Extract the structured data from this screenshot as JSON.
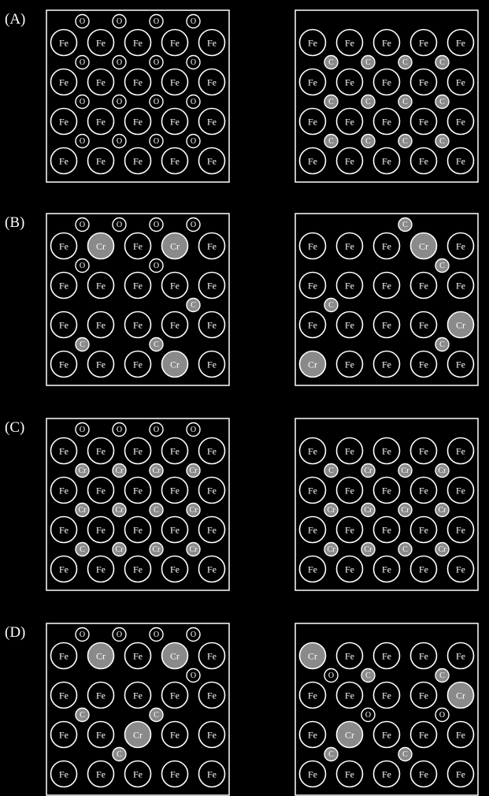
{
  "colors": {
    "background": "#000000",
    "line": "#ffffff",
    "plain_atom_fill": "#000000",
    "dotted_atom_fill": "#8a8a8a"
  },
  "rows": [
    {
      "label": "(A)",
      "panels": [
        {
          "grid": [
            "Fe Fe Fe Fe Fe",
            "Fe Fe Fe Fe Fe",
            "Fe Fe Fe Fe Fe",
            "Fe Fe Fe Fe Fe"
          ],
          "interstitials": [
            {
              "el": "O",
              "slot": "0 0.5"
            },
            {
              "el": "O",
              "slot": "0 1.5"
            },
            {
              "el": "O",
              "slot": "0 2.5"
            },
            {
              "el": "O",
              "slot": "0 3.5"
            },
            {
              "el": "O",
              "slot": "1 0.5"
            },
            {
              "el": "O",
              "slot": "1 1.5"
            },
            {
              "el": "O",
              "slot": "1 2.5"
            },
            {
              "el": "O",
              "slot": "1 3.5"
            },
            {
              "el": "O",
              "slot": "2 0.5"
            },
            {
              "el": "O",
              "slot": "2 1.5"
            },
            {
              "el": "O",
              "slot": "2 2.5"
            },
            {
              "el": "O",
              "slot": "2 3.5"
            },
            {
              "el": "O",
              "slot": "3 0.5"
            },
            {
              "el": "O",
              "slot": "3 1.5"
            },
            {
              "el": "O",
              "slot": "3 2.5"
            },
            {
              "el": "O",
              "slot": "3 3.5"
            }
          ]
        },
        {
          "grid": [
            "Fe Fe Fe Fe Fe",
            "Fe Fe Fe Fe Fe",
            "Fe Fe Fe Fe Fe",
            "Fe Fe Fe Fe Fe"
          ],
          "interstitials": [
            {
              "el": "C",
              "slot": "1 0.5"
            },
            {
              "el": "C",
              "slot": "1 1.5"
            },
            {
              "el": "C",
              "slot": "1 2.5"
            },
            {
              "el": "C",
              "slot": "1 3.5"
            },
            {
              "el": "C",
              "slot": "2 0.5"
            },
            {
              "el": "C",
              "slot": "2 1.5"
            },
            {
              "el": "C",
              "slot": "2 2.5"
            },
            {
              "el": "C",
              "slot": "2 3.5"
            },
            {
              "el": "C",
              "slot": "3 0.5"
            },
            {
              "el": "C",
              "slot": "3 1.5"
            },
            {
              "el": "C",
              "slot": "3 2.5"
            },
            {
              "el": "C",
              "slot": "3 3.5"
            }
          ]
        }
      ]
    },
    {
      "label": "(B)",
      "panels": [
        {
          "grid": [
            "Fe Cr Fe Cr Fe",
            "Fe Fe Fe Fe Fe",
            "Fe Fe Fe Fe Fe",
            "Fe Fe Fe Cr Fe"
          ],
          "interstitials": [
            {
              "el": "O",
              "slot": "0 0.5"
            },
            {
              "el": "O",
              "slot": "0 1.5"
            },
            {
              "el": "O",
              "slot": "0 2.5"
            },
            {
              "el": "O",
              "slot": "0 3.5"
            },
            {
              "el": "O",
              "slot": "1 0.5"
            },
            {
              "el": "O",
              "slot": "1 2.5"
            },
            {
              "el": "C",
              "slot": "2 3.5"
            },
            {
              "el": "C",
              "slot": "3 0.5"
            },
            {
              "el": "C",
              "slot": "3 2.5"
            }
          ]
        },
        {
          "grid": [
            "Fe Fe Fe Cr Fe",
            "Fe Fe Fe Fe Fe",
            "Fe Fe Fe Fe Cr",
            "Cr Fe Fe Fe Fe"
          ],
          "interstitials": [
            {
              "el": "C",
              "slot": "0 2.5"
            },
            {
              "el": "C",
              "slot": "1 3.5"
            },
            {
              "el": "C",
              "slot": "2 0.5"
            },
            {
              "el": "C",
              "slot": "3 3.5"
            }
          ]
        }
      ]
    },
    {
      "label": "(C)",
      "panels": [
        {
          "grid": [
            "Fe Fe Fe Fe Fe",
            "Fe Fe Fe Fe Fe",
            "Fe Fe Fe Fe Fe",
            "Fe Fe Fe Fe Fe"
          ],
          "interstitials": [
            {
              "el": "O",
              "slot": "0 0.5"
            },
            {
              "el": "O",
              "slot": "0 1.5"
            },
            {
              "el": "O",
              "slot": "0 2.5"
            },
            {
              "el": "O",
              "slot": "0 3.5"
            },
            {
              "el": "Cr",
              "slot": "1 0.5"
            },
            {
              "el": "Cr",
              "slot": "1 1.5"
            },
            {
              "el": "Cr",
              "slot": "1 2.5"
            },
            {
              "el": "Cr",
              "slot": "1 3.5"
            },
            {
              "el": "Cr",
              "slot": "2 0.5"
            },
            {
              "el": "Cr",
              "slot": "2 1.5"
            },
            {
              "el": "C",
              "slot": "2 2.5"
            },
            {
              "el": "Cr",
              "slot": "2 3.5"
            },
            {
              "el": "C",
              "slot": "3 0.5"
            },
            {
              "el": "Cr",
              "slot": "3 1.5"
            },
            {
              "el": "Cr",
              "slot": "3 2.5"
            },
            {
              "el": "Cr",
              "slot": "3 3.5"
            }
          ]
        },
        {
          "grid": [
            "Fe Fe Fe Fe Fe",
            "Fe Fe Fe Fe Fe",
            "Fe Fe Fe Fe Fe",
            "Fe Fe Fe Fe Fe"
          ],
          "interstitials": [
            {
              "el": "C",
              "slot": "1 0.5"
            },
            {
              "el": "Cr",
              "slot": "1 1.5"
            },
            {
              "el": "Cr",
              "slot": "1 2.5"
            },
            {
              "el": "Cr",
              "slot": "1 3.5"
            },
            {
              "el": "Cr",
              "slot": "2 0.5"
            },
            {
              "el": "Cr",
              "slot": "2 1.5"
            },
            {
              "el": "Cr",
              "slot": "2 2.5"
            },
            {
              "el": "Cr",
              "slot": "2 3.5"
            },
            {
              "el": "Cr",
              "slot": "3 0.5"
            },
            {
              "el": "Cr",
              "slot": "3 1.5"
            },
            {
              "el": "C",
              "slot": "3 2.5"
            },
            {
              "el": "Cr",
              "slot": "3 3.5"
            }
          ]
        }
      ]
    },
    {
      "label": "(D)",
      "panels": [
        {
          "grid": [
            "Fe Cr Fe Cr Fe",
            "Fe Fe Fe Fe Fe",
            "Fe Fe Cr Fe Fe",
            "Fe Fe Fe Fe Fe"
          ],
          "interstitials": [
            {
              "el": "O",
              "slot": "0 0.5"
            },
            {
              "el": "O",
              "slot": "0 1.5"
            },
            {
              "el": "O",
              "slot": "0 2.5"
            },
            {
              "el": "O",
              "slot": "0 3.5"
            },
            {
              "el": "O",
              "slot": "1 3.5"
            },
            {
              "el": "C",
              "slot": "2 0.5"
            },
            {
              "el": "C",
              "slot": "2 2.5"
            },
            {
              "el": "C",
              "slot": "3 1.5"
            }
          ]
        },
        {
          "grid": [
            "Cr Fe Fe Fe Fe",
            "Fe Fe Fe Fe Cr",
            "Fe Cr Fe Fe Fe",
            "Fe Fe Fe Fe Fe"
          ],
          "interstitials": [
            {
              "el": "O",
              "slot": "1 0.5"
            },
            {
              "el": "C",
              "slot": "1 1.5"
            },
            {
              "el": "C",
              "slot": "1 3.5"
            },
            {
              "el": "O",
              "slot": "2 1.5"
            },
            {
              "el": "O",
              "slot": "2 3.5"
            },
            {
              "el": "C",
              "slot": "3 0.5"
            },
            {
              "el": "C",
              "slot": "3 2.5"
            }
          ]
        }
      ]
    }
  ]
}
